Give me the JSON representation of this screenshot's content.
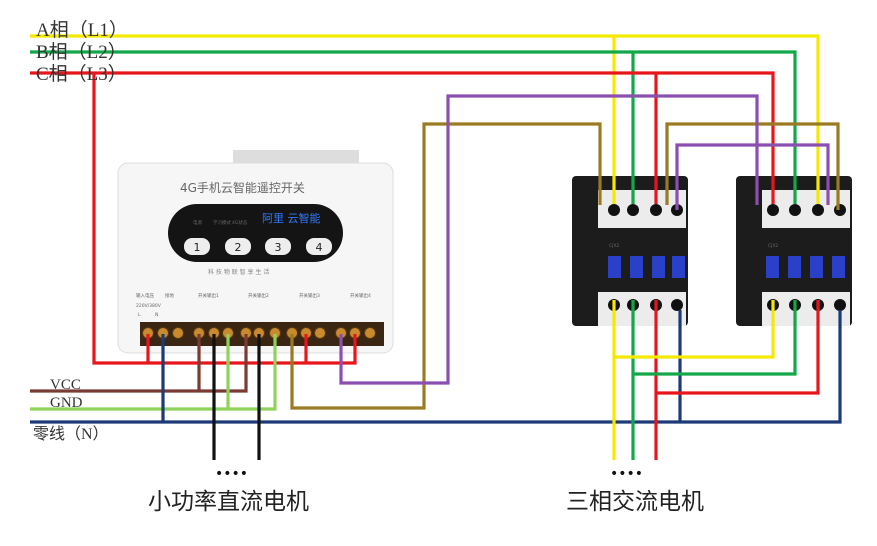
{
  "bus_labels": {
    "phase_a": "A相（L1）",
    "phase_b": "B相（L2）",
    "phase_c": "C相（L3）",
    "vcc": "VCC",
    "gnd": "GND",
    "neutral": "零线（N）"
  },
  "controller": {
    "title": "4G手机云智能遥控开关",
    "brand": "阿里 云智能",
    "indicators": [
      "电源",
      "学习模式",
      "4G状态"
    ],
    "buttons": [
      "1",
      "2",
      "3",
      "4"
    ],
    "slogan": "科 技 物 联    智 享 生 活",
    "terminal_groups": [
      "输入电压",
      "接地",
      "开关输出1",
      "开关输出2",
      "开关输出3",
      "开关输出4"
    ],
    "input_voltage": "220V/380V",
    "input_terminals": [
      "L",
      "N"
    ]
  },
  "contactors": [
    {
      "model": "CJX2"
    },
    {
      "model": "CJX2"
    }
  ],
  "captions": {
    "dc_motor": "小功率直流电机",
    "ac_motor": "三相交流电机",
    "ellipsis": "••••"
  },
  "colors": {
    "phase_a": "#f5e900",
    "phase_b": "#12a84a",
    "phase_c": "#e8161b",
    "vcc": "#7a3b35",
    "gnd": "#8fd45a",
    "neutral": "#1d3a78",
    "control_1": "#9a7a22",
    "control_2": "#8a4fb0",
    "motor_dc": "#111111"
  }
}
